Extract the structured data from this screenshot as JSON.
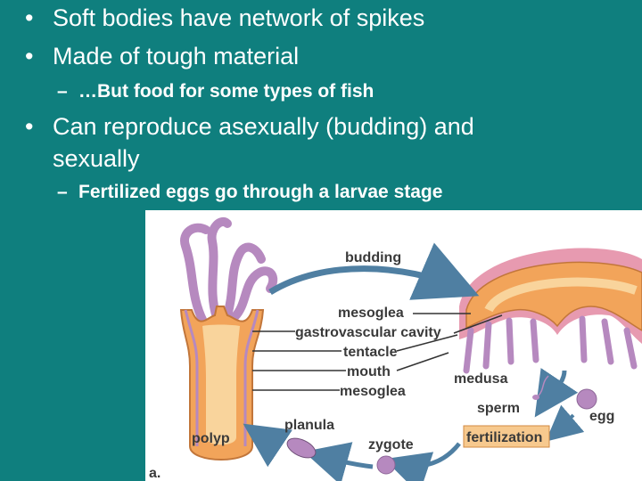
{
  "bullets": [
    {
      "marker": "•",
      "text": "Soft bodies have network of spikes"
    },
    {
      "marker": "•",
      "text": "Made of tough material"
    },
    {
      "marker": "–",
      "text": "…But food for some types of fish"
    },
    {
      "marker": "•",
      "text": "Can reproduce asexually (budding) and",
      "continuation": "sexually"
    },
    {
      "marker": "–",
      "text": "Fertilized eggs go through a larvae stage"
    }
  ],
  "diagram": {
    "labels": {
      "budding": "budding",
      "mesoglea_top": "mesoglea",
      "gastrovascular": "gastrovascular cavity",
      "tentacle": "tentacle",
      "mouth": "mouth",
      "mesoglea_bottom": "mesoglea",
      "medusa": "medusa",
      "sperm": "sperm",
      "egg": "egg",
      "planula": "planula",
      "polyp": "polyp",
      "zygote": "zygote",
      "fertilization": "fertilization",
      "panel": "a."
    },
    "colors": {
      "background": "#0f7f7e",
      "body_orange": "#f2a45a",
      "body_light": "#f9d49c",
      "tentacle_purple": "#b689bf",
      "medusa_pink": "#e79ab0",
      "arrow_blue": "#4f7fa2",
      "fertilization_box": "#f7c98e"
    }
  }
}
